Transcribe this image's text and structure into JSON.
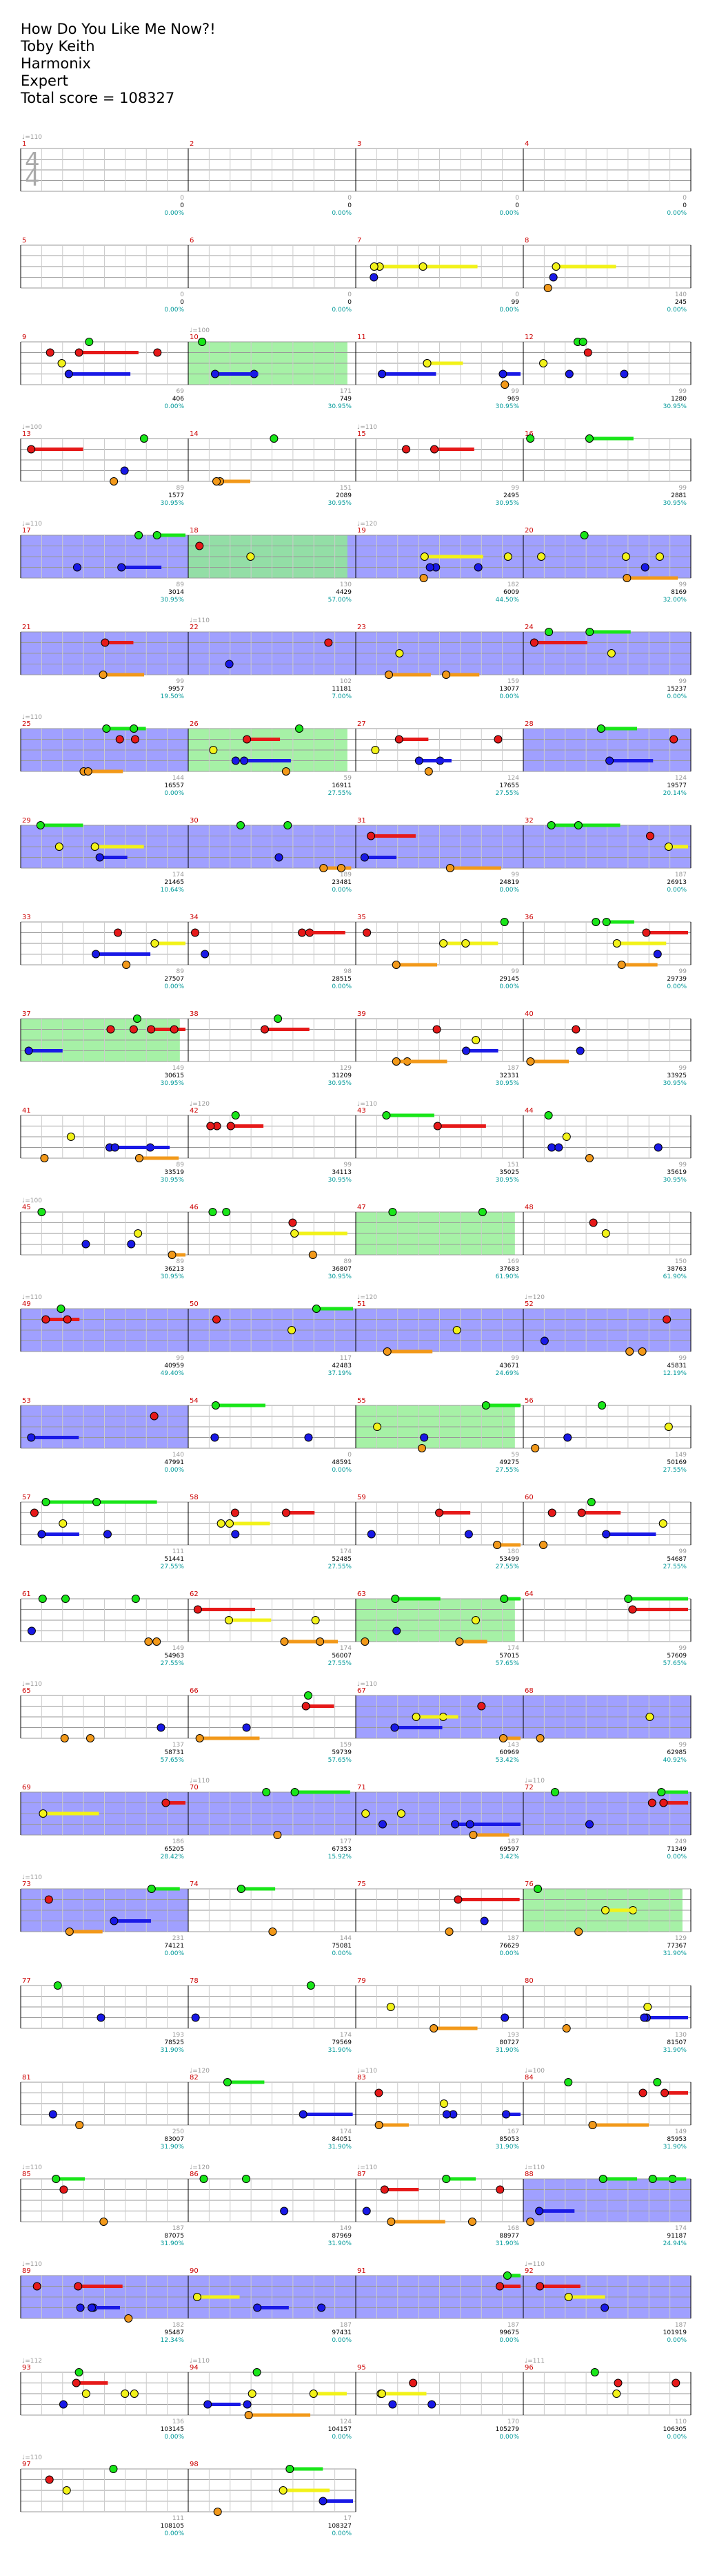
{
  "song": {
    "title": "How Do You Like Me Now?!",
    "artist": "Toby Keith",
    "source": "Harmonix",
    "difficulty": "Expert",
    "total_score_label": "Total score = 108327"
  },
  "time_signature": "4 4",
  "colors": {
    "green": "#19e619",
    "red": "#e61919",
    "yellow": "#f2f219",
    "blue": "#1919e6",
    "orange": "#f2991a",
    "overdrive": "#8080ff",
    "solo": "#90ee90",
    "measure_number": "#cc0000",
    "score": "#000000",
    "percent": "#009999",
    "bpm": "#999999"
  },
  "measures": [
    {
      "n": "1",
      "bpm": "♩=110",
      "count": "0",
      "score": "0",
      "pct": "0.00%"
    },
    {
      "n": "2",
      "count": "0",
      "score": "0",
      "pct": "0.00%"
    },
    {
      "n": "3",
      "count": "0",
      "score": "0",
      "pct": "0.00%"
    },
    {
      "n": "4",
      "count": "0",
      "score": "0",
      "pct": "0.00%"
    },
    {
      "n": "5",
      "count": "0",
      "score": "0",
      "pct": "0.00%"
    },
    {
      "n": "6",
      "count": "0",
      "score": "0",
      "pct": "0.00%"
    },
    {
      "n": "7",
      "count": "0",
      "score": "99",
      "pct": "0.00%"
    },
    {
      "n": "8",
      "count": "140",
      "score": "245",
      "pct": "0.00%"
    },
    {
      "n": "9",
      "count": "69",
      "score": "406",
      "pct": "0.00%"
    },
    {
      "n": "10",
      "bpm": "♩=100",
      "count": "171",
      "score": "749",
      "pct": "30.95%"
    },
    {
      "n": "11",
      "count": "99",
      "score": "969",
      "pct": "30.95%"
    },
    {
      "n": "12",
      "count": "99",
      "score": "1280",
      "pct": "30.95%"
    },
    {
      "n": "13",
      "bpm": "♩=100",
      "count": "89",
      "score": "1577",
      "pct": "30.95%"
    },
    {
      "n": "14",
      "count": "151",
      "score": "2089",
      "pct": "30.95%"
    },
    {
      "n": "15",
      "bpm": "♩=110",
      "count": "99",
      "score": "2495",
      "pct": "30.95%"
    },
    {
      "n": "16",
      "count": "99",
      "score": "2881",
      "pct": "30.95%"
    },
    {
      "n": "17",
      "bpm": "♩=110",
      "count": "89",
      "score": "3014",
      "pct": "30.95%"
    },
    {
      "n": "18",
      "count": "130",
      "score": "4429",
      "pct": "57.00%"
    },
    {
      "n": "19",
      "bpm": "♩=120",
      "count": "182",
      "score": "6009",
      "pct": "44.50%"
    },
    {
      "n": "20",
      "count": "99",
      "score": "8169",
      "pct": "32.00%"
    },
    {
      "n": "21",
      "count": "99",
      "score": "9957",
      "pct": "19.50%"
    },
    {
      "n": "22",
      "bpm": "♩=110",
      "count": "102",
      "score": "11181",
      "pct": "7.00%"
    },
    {
      "n": "23",
      "count": "159",
      "score": "13077",
      "pct": "0.00%"
    },
    {
      "n": "24",
      "count": "99",
      "score": "15237",
      "pct": "0.00%"
    },
    {
      "n": "25",
      "bpm": "♩=110",
      "count": "144",
      "score": "16557",
      "pct": "0.00%"
    },
    {
      "n": "26",
      "count": "59",
      "score": "16911",
      "pct": "27.55%"
    },
    {
      "n": "27",
      "count": "124",
      "score": "17655",
      "pct": "27.55%"
    },
    {
      "n": "28",
      "count": "124",
      "score": "19577",
      "pct": "20.14%"
    },
    {
      "n": "29",
      "count": "174",
      "score": "21465",
      "pct": "10.64%"
    },
    {
      "n": "30",
      "count": "189",
      "score": "23481",
      "pct": "0.00%"
    },
    {
      "n": "31",
      "count": "99",
      "score": "24819",
      "pct": "0.00%"
    },
    {
      "n": "32",
      "count": "187",
      "score": "26913",
      "pct": "0.00%"
    },
    {
      "n": "33",
      "count": "89",
      "score": "27507",
      "pct": "0.00%"
    },
    {
      "n": "34",
      "count": "98",
      "score": "28515",
      "pct": "0.00%"
    },
    {
      "n": "35",
      "count": "99",
      "score": "29145",
      "pct": "0.00%"
    },
    {
      "n": "36",
      "count": "99",
      "score": "29739",
      "pct": "0.00%"
    },
    {
      "n": "37",
      "count": "149",
      "score": "30615",
      "pct": "30.95%"
    },
    {
      "n": "38",
      "count": "129",
      "score": "31209",
      "pct": "30.95%"
    },
    {
      "n": "39",
      "count": "187",
      "score": "32331",
      "pct": "30.95%"
    },
    {
      "n": "40",
      "count": "99",
      "score": "33925",
      "pct": "30.95%"
    },
    {
      "n": "41",
      "count": "89",
      "score": "33519",
      "pct": "30.95%"
    },
    {
      "n": "42",
      "bpm": "♩=120",
      "count": "99",
      "score": "34113",
      "pct": "30.95%"
    },
    {
      "n": "43",
      "bpm": "♩=110",
      "count": "151",
      "score": "35025",
      "pct": "30.95%"
    },
    {
      "n": "44",
      "count": "99",
      "score": "35619",
      "pct": "30.95%"
    },
    {
      "n": "45",
      "bpm": "♩=100",
      "count": "89",
      "score": "36213",
      "pct": "30.95%"
    },
    {
      "n": "46",
      "count": "89",
      "score": "36807",
      "pct": "30.95%"
    },
    {
      "n": "47",
      "count": "169",
      "score": "37683",
      "pct": "61.90%"
    },
    {
      "n": "48",
      "count": "150",
      "score": "38763",
      "pct": "61.90%"
    },
    {
      "n": "49",
      "bpm": "♩=110",
      "count": "99",
      "score": "40959",
      "pct": "49.40%"
    },
    {
      "n": "50",
      "count": "117",
      "score": "42483",
      "pct": "37.19%"
    },
    {
      "n": "51",
      "bpm": "♩=120",
      "count": "99",
      "score": "43671",
      "pct": "24.69%"
    },
    {
      "n": "52",
      "bpm": "♩=120",
      "count": "99",
      "score": "45831",
      "pct": "12.19%"
    },
    {
      "n": "53",
      "count": "140",
      "score": "47991",
      "pct": "0.00%"
    },
    {
      "n": "54",
      "count": "0",
      "score": "48591",
      "pct": "0.00%"
    },
    {
      "n": "55",
      "count": "59",
      "score": "49275",
      "pct": "27.55%"
    },
    {
      "n": "56",
      "count": "149",
      "score": "50169",
      "pct": "27.55%"
    },
    {
      "n": "57",
      "count": "111",
      "score": "51441",
      "pct": "27.55%"
    },
    {
      "n": "58",
      "count": "174",
      "score": "52485",
      "pct": "27.55%"
    },
    {
      "n": "59",
      "count": "180",
      "score": "53499",
      "pct": "27.55%"
    },
    {
      "n": "60",
      "count": "99",
      "score": "54687",
      "pct": "27.55%"
    },
    {
      "n": "61",
      "count": "149",
      "score": "54963",
      "pct": "27.55%"
    },
    {
      "n": "62",
      "count": "174",
      "score": "56007",
      "pct": "27.55%"
    },
    {
      "n": "63",
      "count": "174",
      "score": "57015",
      "pct": "57.65%"
    },
    {
      "n": "64",
      "count": "99",
      "score": "57609",
      "pct": "57.65%"
    },
    {
      "n": "65",
      "bpm": "♩=110",
      "count": "137",
      "score": "58731",
      "pct": "57.65%"
    },
    {
      "n": "66",
      "count": "159",
      "score": "59739",
      "pct": "57.65%"
    },
    {
      "n": "67",
      "bpm": "♩=110",
      "count": "143",
      "score": "60969",
      "pct": "53.42%"
    },
    {
      "n": "68",
      "count": "99",
      "score": "62985",
      "pct": "40.92%"
    },
    {
      "n": "69",
      "count": "186",
      "score": "65205",
      "pct": "28.42%"
    },
    {
      "n": "70",
      "bpm": "♩=110",
      "count": "177",
      "score": "67353",
      "pct": "15.92%"
    },
    {
      "n": "71",
      "count": "187",
      "score": "69597",
      "pct": "3.42%"
    },
    {
      "n": "72",
      "bpm": "♩=110",
      "count": "249",
      "score": "71349",
      "pct": "0.00%"
    },
    {
      "n": "73",
      "bpm": "♩=110",
      "count": "231",
      "score": "74121",
      "pct": "0.00%"
    },
    {
      "n": "74",
      "count": "144",
      "score": "75081",
      "pct": "0.00%"
    },
    {
      "n": "75",
      "count": "187",
      "score": "76629",
      "pct": "0.00%"
    },
    {
      "n": "76",
      "count": "129",
      "score": "77367",
      "pct": "31.90%"
    },
    {
      "n": "77",
      "count": "193",
      "score": "78525",
      "pct": "31.90%"
    },
    {
      "n": "78",
      "count": "174",
      "score": "79569",
      "pct": "31.90%"
    },
    {
      "n": "79",
      "count": "193",
      "score": "80727",
      "pct": "31.90%"
    },
    {
      "n": "80",
      "count": "130",
      "score": "81507",
      "pct": "31.90%"
    },
    {
      "n": "81",
      "count": "250",
      "score": "83007",
      "pct": "31.90%"
    },
    {
      "n": "82",
      "bpm": "♩=120",
      "count": "174",
      "score": "84051",
      "pct": "31.90%"
    },
    {
      "n": "83",
      "bpm": "♩=110",
      "count": "167",
      "score": "85053",
      "pct": "31.90%"
    },
    {
      "n": "84",
      "bpm": "♩=100",
      "count": "149",
      "score": "85953",
      "pct": "31.90%"
    },
    {
      "n": "85",
      "bpm": "♩=110",
      "count": "187",
      "score": "87075",
      "pct": "31.90%"
    },
    {
      "n": "86",
      "bpm": "♩=120",
      "count": "149",
      "score": "87969",
      "pct": "31.90%"
    },
    {
      "n": "87",
      "bpm": "♩=110",
      "count": "168",
      "score": "88977",
      "pct": "31.90%"
    },
    {
      "n": "88",
      "bpm": "♩=110",
      "count": "174",
      "score": "91187",
      "pct": "24.94%"
    },
    {
      "n": "89",
      "bpm": "♩=110",
      "count": "182",
      "score": "95487",
      "pct": "12.34%"
    },
    {
      "n": "90",
      "count": "187",
      "score": "97431",
      "pct": "0.00%"
    },
    {
      "n": "91",
      "count": "187",
      "score": "99675",
      "pct": "0.00%"
    },
    {
      "n": "92",
      "bpm": "♩=110",
      "count": "187",
      "score": "101919",
      "pct": "0.00%"
    },
    {
      "n": "93",
      "bpm": "♩=112",
      "count": "136",
      "score": "103145",
      "pct": "0.00%"
    },
    {
      "n": "94",
      "bpm": "♩=110",
      "count": "124",
      "score": "104157",
      "pct": "0.00%"
    },
    {
      "n": "95",
      "count": "170",
      "score": "105279",
      "pct": "0.00%"
    },
    {
      "n": "96",
      "bpm": "♩=111",
      "count": "110",
      "score": "106305",
      "pct": "0.00%"
    },
    {
      "n": "97",
      "bpm": "♩=110",
      "count": "111",
      "score": "108105",
      "pct": "0.00%"
    },
    {
      "n": "98",
      "count": "17",
      "score": "108327",
      "pct": "0.00%"
    }
  ]
}
